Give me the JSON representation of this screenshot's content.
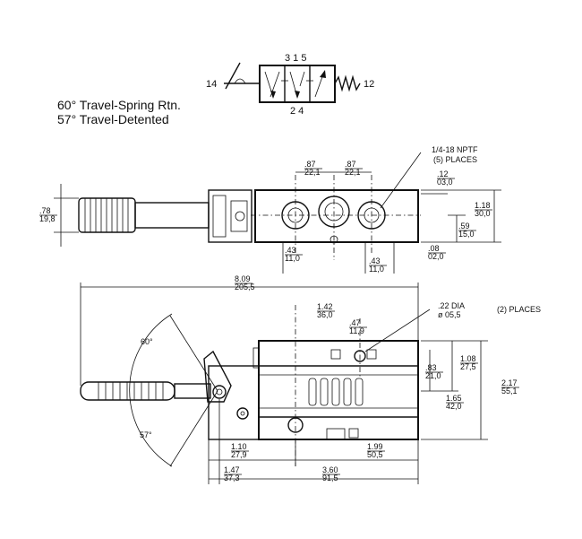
{
  "schematic": {
    "port_top": "3 1 5",
    "port_bottom": "2  4",
    "actuator_left": "14",
    "spring_right": "12"
  },
  "notes": {
    "line1": "60° Travel-Spring Rtn.",
    "line2": "57° Travel-Detented"
  },
  "top_view": {
    "port_callout_1": "1/4-18 NPTF",
    "port_callout_2": "(5) PLACES",
    "dims": [
      {
        "id": "pitch_a",
        "in": ".87",
        "mm": "22,1"
      },
      {
        "id": "pitch_b",
        "in": ".87",
        "mm": "22,1"
      },
      {
        "id": "edge_top",
        "in": ".12",
        "mm": "03,0"
      },
      {
        "id": "height",
        "in": "1.18",
        "mm": "30,0"
      },
      {
        "id": "center",
        "in": ".59",
        "mm": "15,0"
      },
      {
        "id": "edge_bot",
        "in": ".08",
        "mm": "02,0"
      },
      {
        "id": "handle_dia",
        "in": ".78",
        "mm": "19,8"
      },
      {
        "id": "left_off",
        "in": ".43",
        "mm": "11,0"
      },
      {
        "id": "right_off",
        "in": ".43",
        "mm": "11,0"
      }
    ]
  },
  "side_view": {
    "hole_callout_1": ".22 DIA",
    "hole_callout_2": "ø 05,5",
    "hole_callout_3": "(2) PLACES",
    "angle_up": "60°",
    "angle_down": "57°",
    "dims": [
      {
        "id": "overall",
        "in": "8.09",
        "mm": "205,5"
      },
      {
        "id": "hole_span",
        "in": "1.42",
        "mm": "36,0"
      },
      {
        "id": "hole_off",
        "in": ".47",
        "mm": "11,9"
      },
      {
        "id": "h_mid",
        "in": "1.08",
        "mm": "27,5"
      },
      {
        "id": "h_small",
        "in": ".83",
        "mm": "21,0"
      },
      {
        "id": "h_total",
        "in": "2.17",
        "mm": "55,1"
      },
      {
        "id": "h_body",
        "in": "1.65",
        "mm": "42,0"
      },
      {
        "id": "lever_off",
        "in": "1.10",
        "mm": "27,9"
      },
      {
        "id": "right_len",
        "in": "1.99",
        "mm": "50,5"
      },
      {
        "id": "lever_base",
        "in": "1.47",
        "mm": "37,3"
      },
      {
        "id": "body_len",
        "in": "3.60",
        "mm": "91,5"
      }
    ]
  }
}
